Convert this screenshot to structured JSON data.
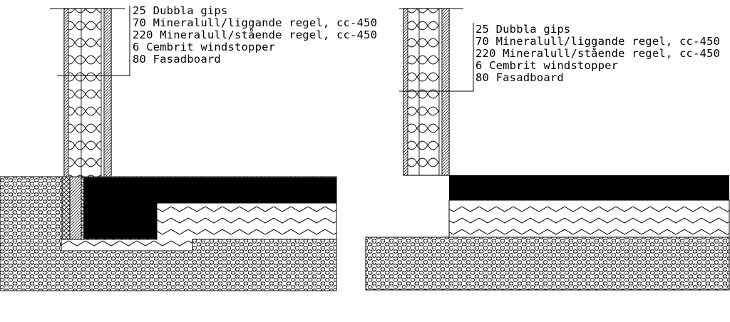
{
  "drawing": {
    "left_detail": {
      "layers": [
        "25 Dubbla gips",
        "70 Mineralull/liggande regel, cc-450",
        "220 Mineralull/stående regel, cc-450",
        "6 Cembrit windstopper",
        "80 Fasadboard"
      ]
    },
    "right_detail": {
      "layers": [
        "25 Dubbla gips",
        "70 Mineralull/liggande regel, cc-450",
        "220 Mineralull/stående regel, cc-450",
        "6 Cembrit windstopper",
        "80 Fasadboard"
      ]
    },
    "colors": {
      "ink": "#000000",
      "paper": "#ffffff"
    }
  }
}
